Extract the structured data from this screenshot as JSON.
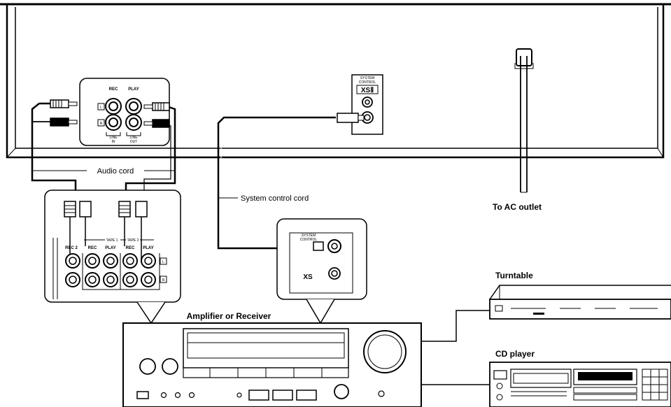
{
  "labels": {
    "audio_cord": "Audio cord",
    "system_control_cord": "System control cord",
    "to_ac_outlet": "To AC outlet",
    "amplifier_or_receiver": "Amplifier or Receiver",
    "turntable": "Turntable",
    "cd_player": "CD player"
  },
  "deck_panel": {
    "rec": "REC",
    "play": "PLAY",
    "line_in": "LINE\nIN",
    "line_out": "LINE\nOUT",
    "line_in_1": "LINE",
    "line_in_2": "IN",
    "line_out_1": "LINE",
    "line_out_2": "OUT",
    "ch_l": "L",
    "ch_r": "R",
    "system_control_1": "SYSTEM",
    "system_control_2": "CONTROL",
    "xs_logo": "XSⅡ"
  },
  "amp_panel": {
    "tape1": "TAPE 1",
    "tape2": "TAPE 2",
    "rec2": "REC 2",
    "rec_a": "REC",
    "play_a": "PLAY",
    "rec_b": "REC",
    "play_b": "PLAY",
    "ch_l": "L",
    "ch_r": "R",
    "system_control_1": "SYSTEM",
    "system_control_2": "CONTROL",
    "xs_logo": "XS"
  }
}
